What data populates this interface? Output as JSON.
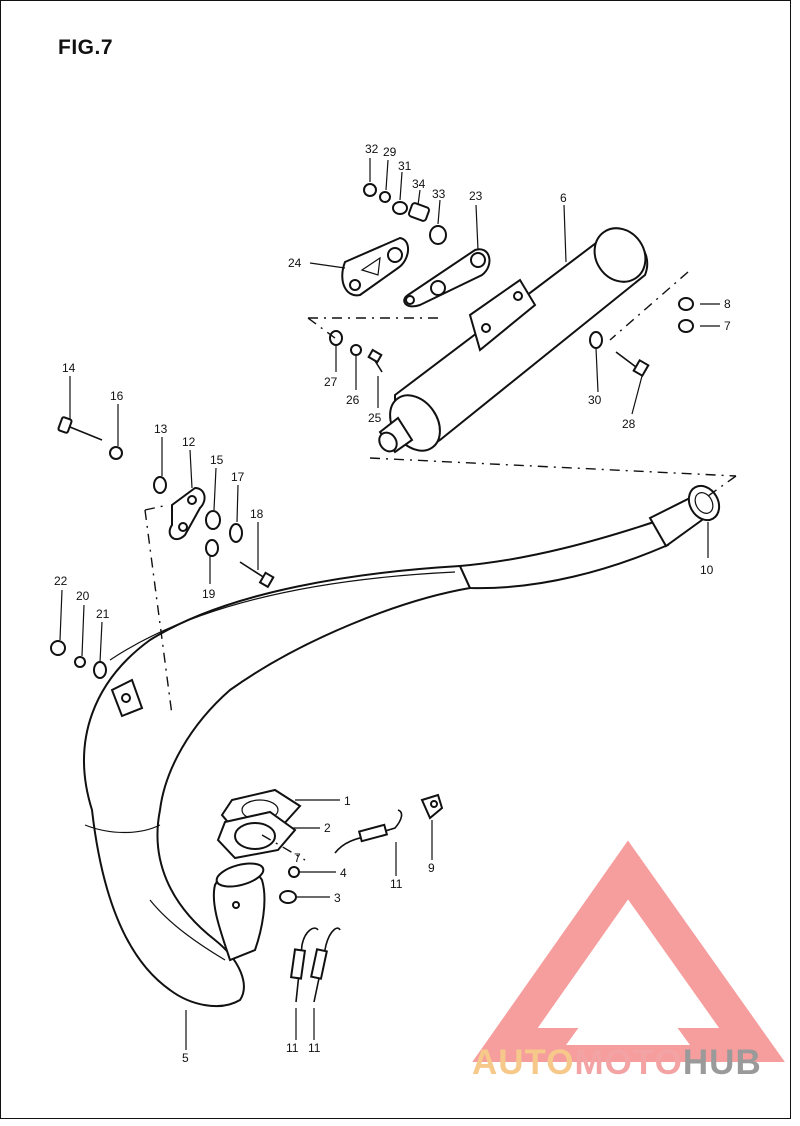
{
  "figure": {
    "title": "FIG.7"
  },
  "callouts": [
    {
      "id": "c32",
      "label": "32"
    },
    {
      "id": "c29",
      "label": "29"
    },
    {
      "id": "c31",
      "label": "31"
    },
    {
      "id": "c34",
      "label": "34"
    },
    {
      "id": "c33",
      "label": "33"
    },
    {
      "id": "c23",
      "label": "23"
    },
    {
      "id": "c6",
      "label": "6"
    },
    {
      "id": "c24",
      "label": "24"
    },
    {
      "id": "c8",
      "label": "8"
    },
    {
      "id": "c7a",
      "label": "7"
    },
    {
      "id": "c27",
      "label": "27"
    },
    {
      "id": "c26",
      "label": "26"
    },
    {
      "id": "c25",
      "label": "25"
    },
    {
      "id": "c30",
      "label": "30"
    },
    {
      "id": "c28",
      "label": "28"
    },
    {
      "id": "c14",
      "label": "14"
    },
    {
      "id": "c16",
      "label": "16"
    },
    {
      "id": "c13",
      "label": "13"
    },
    {
      "id": "c12",
      "label": "12"
    },
    {
      "id": "c15",
      "label": "15"
    },
    {
      "id": "c17",
      "label": "17"
    },
    {
      "id": "c18",
      "label": "18"
    },
    {
      "id": "c19",
      "label": "19"
    },
    {
      "id": "c22",
      "label": "22"
    },
    {
      "id": "c20",
      "label": "20"
    },
    {
      "id": "c21",
      "label": "21"
    },
    {
      "id": "c10",
      "label": "10"
    },
    {
      "id": "c1",
      "label": "1"
    },
    {
      "id": "c2",
      "label": "2"
    },
    {
      "id": "c7b",
      "label": "7"
    },
    {
      "id": "c4",
      "label": "4"
    },
    {
      "id": "c3",
      "label": "3"
    },
    {
      "id": "c11a",
      "label": "11"
    },
    {
      "id": "c9",
      "label": "9"
    },
    {
      "id": "c11b",
      "label": "11"
    },
    {
      "id": "c11c",
      "label": "11"
    },
    {
      "id": "c5",
      "label": "5"
    }
  ],
  "watermark": {
    "parts": [
      "AUTO",
      "MOTO",
      "HUB"
    ],
    "colors": {
      "auto": "#f6c98a",
      "moto": "#f3a3a3",
      "hub": "#9a9a9a",
      "logo": "#f58c8c"
    }
  }
}
